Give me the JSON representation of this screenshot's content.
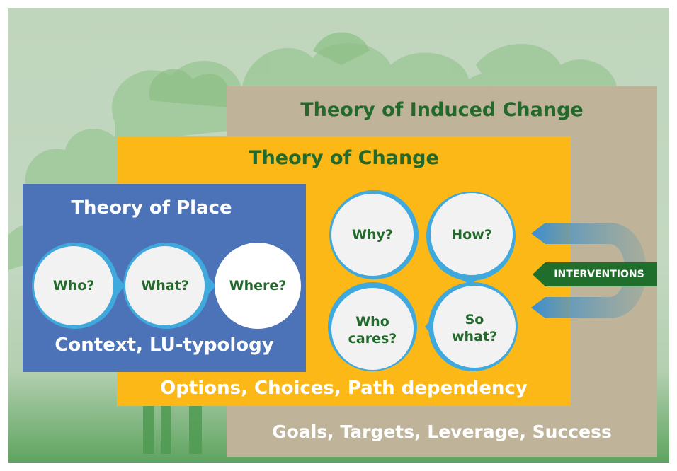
{
  "theory_of_induced_change": {
    "title": "Theory of Induced Change",
    "footer": "Goals, Targets, Leverage, Success"
  },
  "theory_of_change": {
    "title": "Theory of Change",
    "footer": "Options, Choices, Path dependency",
    "questions": {
      "why": "Why?",
      "how": "How?",
      "so_what": "So what?",
      "who_cares": "Who cares?"
    }
  },
  "theory_of_place": {
    "title": "Theory of Place",
    "footer": "Context, LU-typology",
    "questions": {
      "who": "Who?",
      "what": "What?",
      "where": "Where?"
    }
  },
  "interventions": {
    "label": "INTERVENTIONS"
  },
  "colors": {
    "induced_box": "#bfb49a",
    "change_box": "#fbb817",
    "place_box": "#4c73b8",
    "circle_fill": "#f2f2f2",
    "pointer_blue": "#3fa9dd",
    "title_green": "#22692b",
    "interventions_green": "#1f6e2c"
  }
}
